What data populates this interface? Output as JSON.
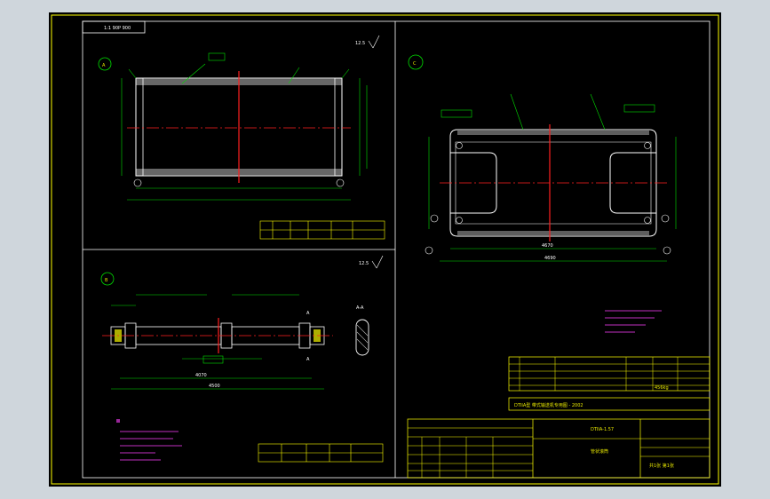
{
  "scale_label": "1:1 90P 900",
  "views": {
    "a": {
      "label": "A",
      "roughness": "12.5"
    },
    "b": {
      "label": "B",
      "roughness": "12.5"
    },
    "c": {
      "label": "C"
    }
  },
  "section_label": "A-A",
  "section_markers": [
    "A",
    "A"
  ],
  "b_dims": {
    "overall": "4500",
    "main": "4070"
  },
  "c_dims": {
    "overall": "4690",
    "inner": "4670"
  },
  "title_block": {
    "drawing_title": "DTIIA型 带式输送机专用图 - 2002",
    "part_name": "管状滚筒",
    "drawing_number": "DTIIA-1.57",
    "weight": "456kg",
    "sheet_info": "共1张 第1张"
  },
  "colors": {
    "frame": "#ffff00",
    "linework": "#ffffff",
    "centerline": "#ff2020",
    "dimension": "#00e000",
    "annotation": "#ff40ff",
    "background": "#000000",
    "surround": "#cfd6dc"
  }
}
